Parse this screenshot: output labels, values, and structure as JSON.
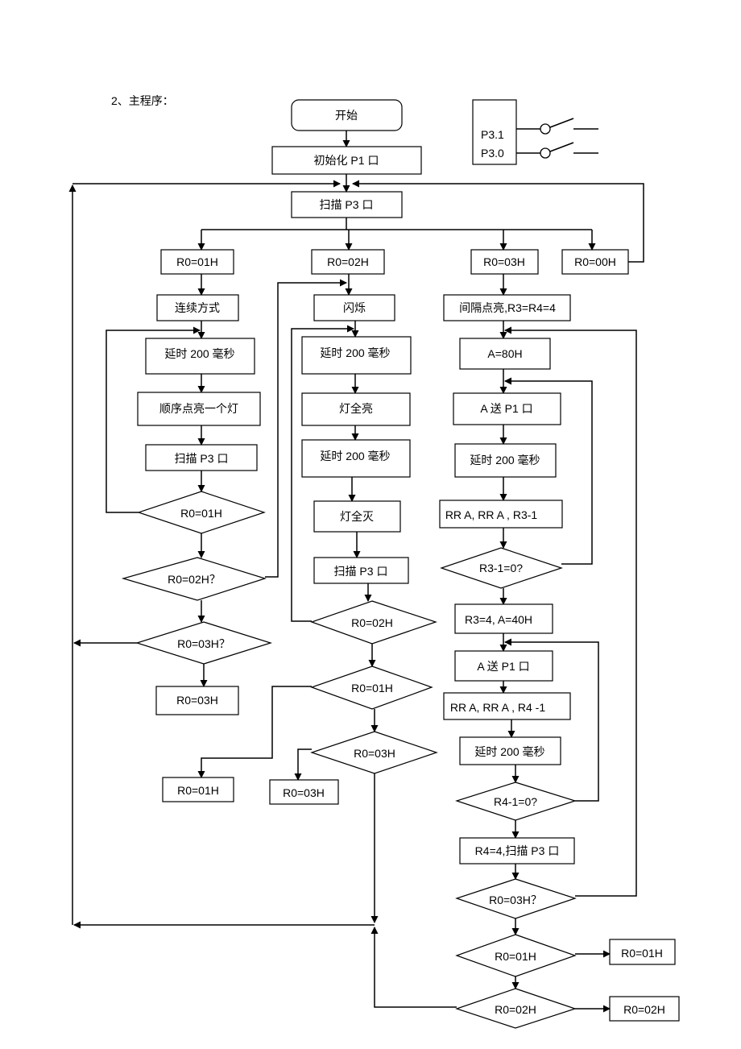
{
  "heading": "2、主程序：",
  "start": "开始",
  "init": "初始化 P1 口",
  "scan_main": "扫描 P3 口",
  "switches": {
    "p31": "P3.1",
    "p30": "P3.0"
  },
  "dispatch": {
    "r0_01": "R0=01H",
    "r0_02": "R0=02H",
    "r0_03": "R0=03H",
    "r0_00": "R0=00H"
  },
  "continuous": {
    "title": "连续方式",
    "delay": "延时 200 毫秒",
    "light_one": "顺序点亮一个灯",
    "scan": "扫描 P3 口",
    "check_01": "R0=01H",
    "check_02": "R0=02H？",
    "check_03": "R0=03H？",
    "set_03": "R0=03H"
  },
  "flash": {
    "title": "闪烁",
    "delay1": "延时 200 毫秒",
    "all_on": "灯全亮",
    "delay2": "延时 200 毫秒",
    "all_off": "灯全灭",
    "scan": "扫描 P3 口",
    "check_02": "R0=02H",
    "check_01": "R0=01H",
    "check_03": "R0=03H",
    "set_01": "R0=01H",
    "set_03": "R0=03H"
  },
  "interval": {
    "title": "间隔点亮,R3=R4=4",
    "a_80": "A=80H",
    "send1": "A 送 P1 口",
    "delay1": "延时 200 毫秒",
    "rotate1": "RR A, RR A , R3-1",
    "check_r3": "R3-1=0?",
    "reset_r3": "R3=4, A=40H",
    "send2": "A 送 P1 口",
    "rotate2": "RR A, RR A , R4 -1",
    "delay2": "延时 200 毫秒",
    "check_r4": "R4-1=0?",
    "reset_r4": "R4=4,扫描 P3 口",
    "check_03": "R0=03H？",
    "check_01": "R0=01H",
    "set_01": "R0=01H",
    "check_02": "R0=02H",
    "set_02": "R0=02H"
  }
}
